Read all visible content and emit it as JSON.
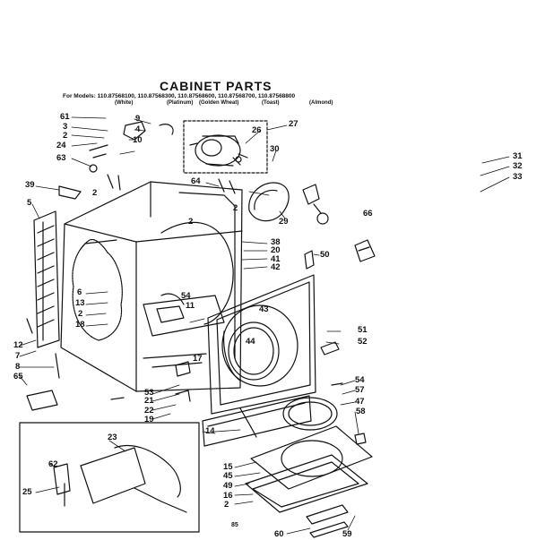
{
  "title": "CABINET PARTS",
  "models_line": "For Models: 110.87568100, 110.87568300, 110.87568600, 110.87568700, 110.87568800",
  "model_captions": [
    "(White)",
    "(Platinum)",
    "(Golden Wheat)",
    "(Toast)",
    "(Almond)"
  ],
  "footer": "85",
  "labels": [
    "61",
    "3",
    "2",
    "24",
    "63",
    "9",
    "4",
    "10",
    "26",
    "27",
    "30",
    "31",
    "32",
    "33",
    "39",
    "5",
    "2",
    "64",
    "2",
    "29",
    "66",
    "2",
    "38",
    "20",
    "41",
    "42",
    "50",
    "6",
    "13",
    "2",
    "18",
    "54",
    "11",
    "43",
    "44",
    "12",
    "7",
    "8",
    "65",
    "17",
    "51",
    "52",
    "53",
    "21",
    "22",
    "19",
    "14",
    "54",
    "57",
    "47",
    "58",
    "23",
    "62",
    "25",
    "15",
    "45",
    "49",
    "16",
    "2",
    "60",
    "59"
  ]
}
